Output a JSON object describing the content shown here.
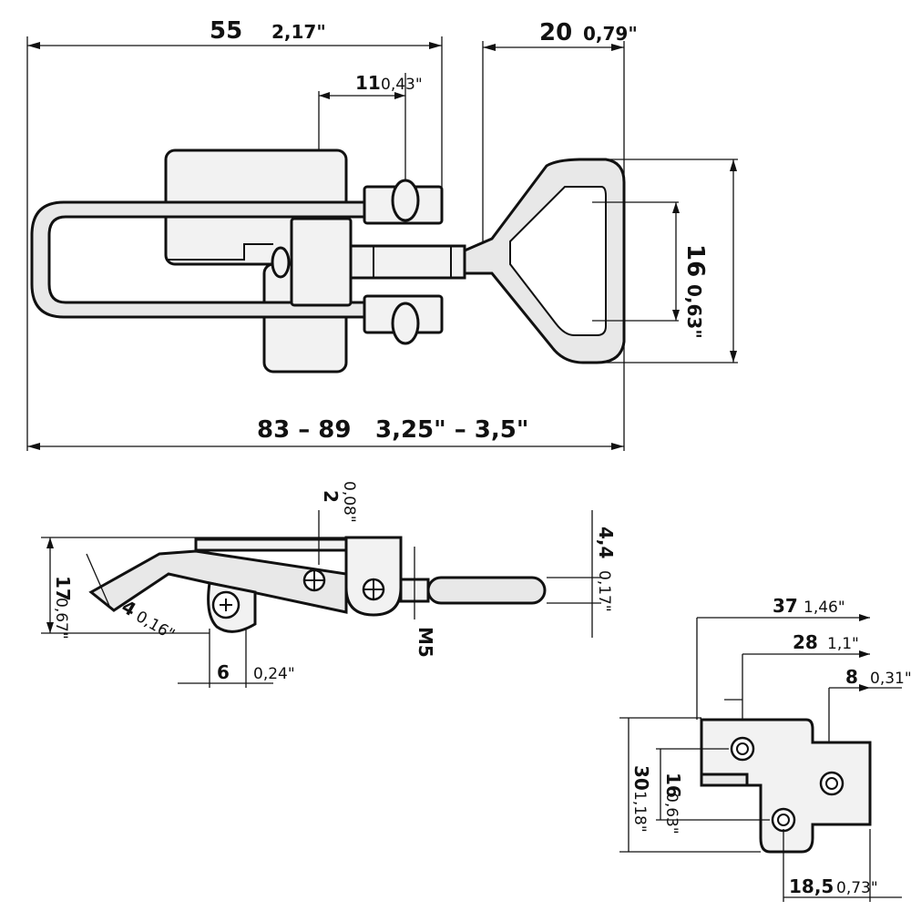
{
  "top_view": {
    "width_total_mm": "55",
    "width_total_in": "2,17\"",
    "loop_width_mm": "20",
    "loop_width_in": "0,79\"",
    "pin_offset_mm": "11",
    "pin_offset_in": "0,43\"",
    "loop_height_mm": "16",
    "loop_height_in": "0,63\"",
    "length_range_mm": "83 – 89",
    "length_range_in": "3,25\" – 3,5\""
  },
  "side_view": {
    "plate_gap_mm": "2",
    "plate_gap_in": "0,08\"",
    "rod_thickness_mm": "4,4",
    "rod_thickness_in": "0,17\"",
    "height_mm": "17",
    "height_in": "0,67\"",
    "lever_mm": "4",
    "lever_in": "0,16\"",
    "hole_offset_mm": "6",
    "hole_offset_in": "0,24\"",
    "thread": "M5"
  },
  "plate_view": {
    "width_mm": "37",
    "width_in": "1,46\"",
    "inner_mm": "28",
    "inner_in": "1,1\"",
    "slot_mm": "8",
    "slot_in": "0,31\"",
    "height_mm": "30",
    "height_in": "1,18\"",
    "hole_pitch_mm": "16",
    "hole_pitch_in": "0,63\"",
    "hole_x_mm": "18,5",
    "hole_x_in": "0,73\""
  }
}
